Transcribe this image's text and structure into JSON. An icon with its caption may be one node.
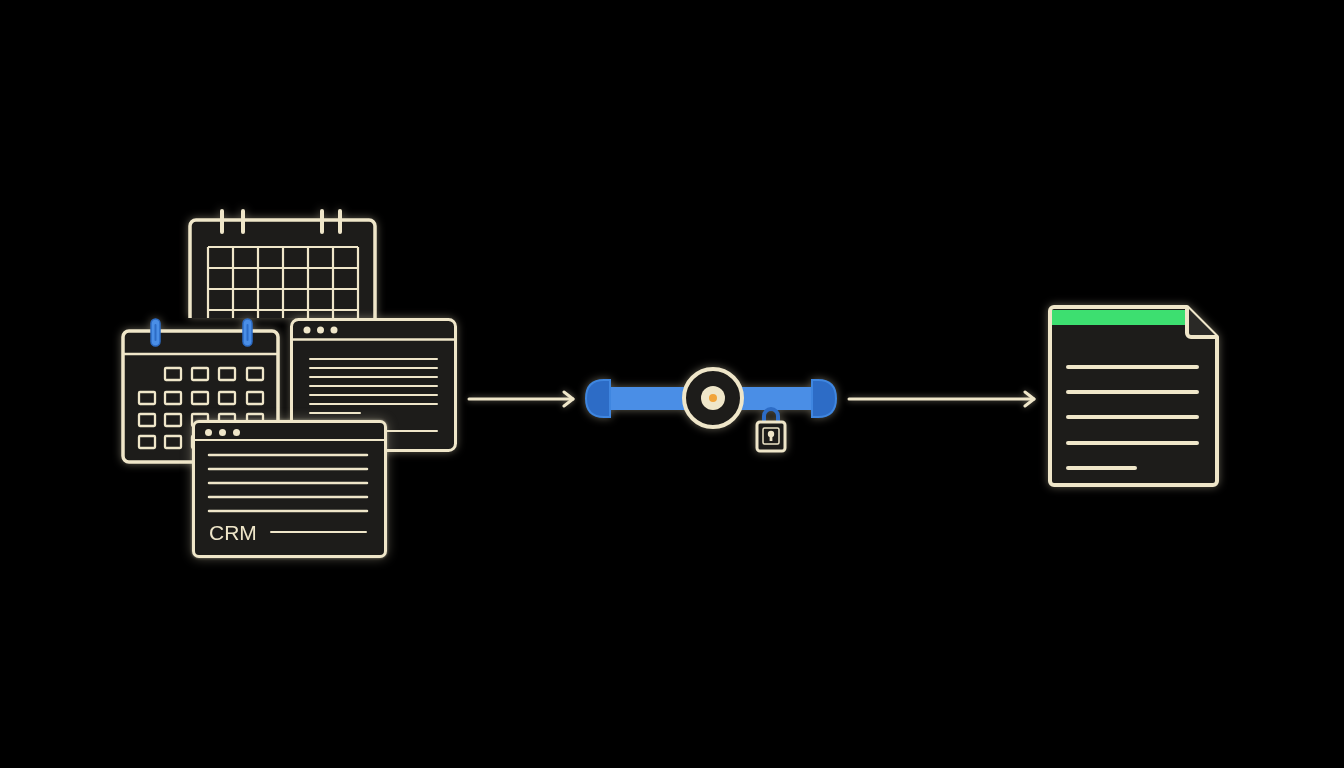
{
  "diagram": {
    "nodes": [
      {
        "text": [],
        "shape": "picture"
      },
      {
        "text": [],
        "shape": "picture"
      },
      {
        "text": [],
        "shape": "box"
      },
      {
        "text": [
          "CRM"
        ]
      },
      {
        "text": [],
        "shape": "picture"
      },
      {
        "text": [],
        "shape": "picture"
      }
    ],
    "edges": [
      {
        "from": 2,
        "to": 4,
        "arrow": "to"
      },
      {
        "from": 4,
        "to": 5,
        "arrow": "to"
      }
    ]
  }
}
